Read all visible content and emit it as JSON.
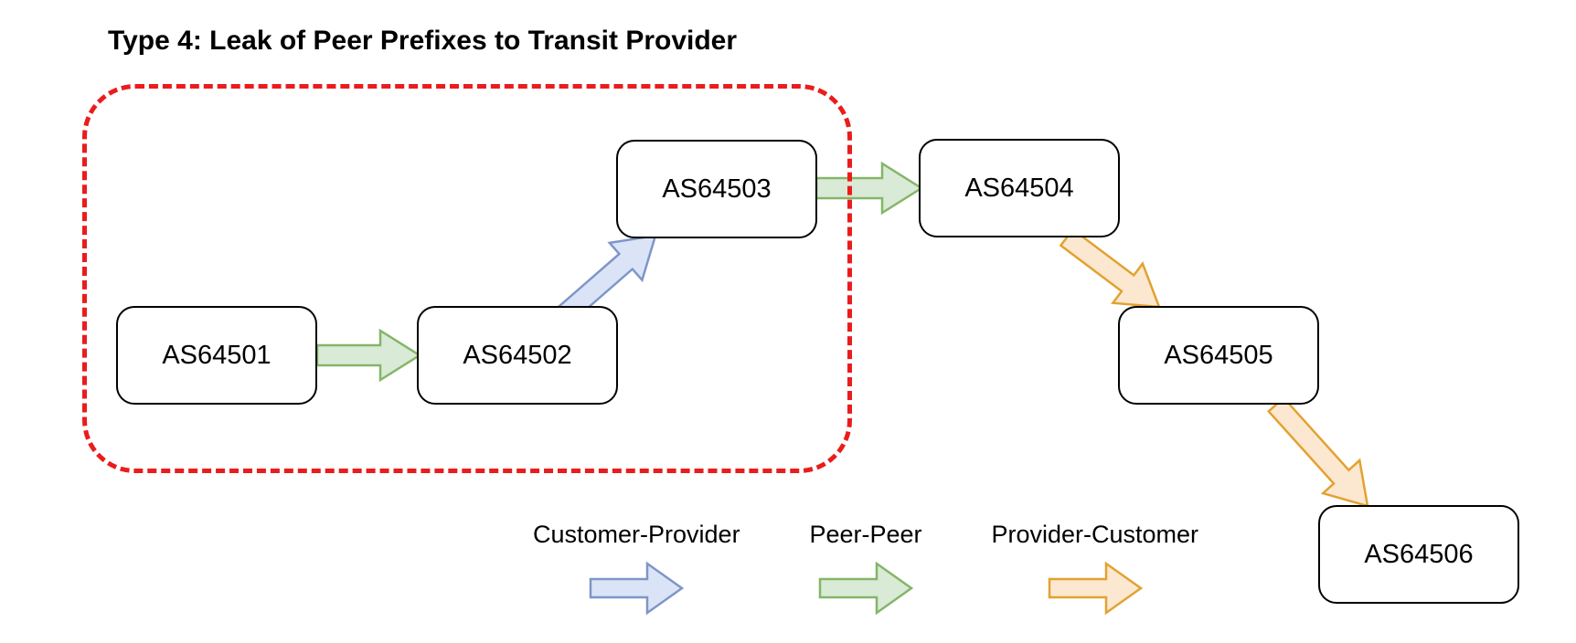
{
  "title": "Type 4: Leak of Peer Prefixes to Transit Provider",
  "nodes": [
    {
      "id": "AS64501",
      "label": "AS64501"
    },
    {
      "id": "AS64502",
      "label": "AS64502"
    },
    {
      "id": "AS64503",
      "label": "AS64503"
    },
    {
      "id": "AS64504",
      "label": "AS64504"
    },
    {
      "id": "AS64505",
      "label": "AS64505"
    },
    {
      "id": "AS64506",
      "label": "AS64506"
    }
  ],
  "edges": [
    {
      "from": "AS64501",
      "to": "AS64502",
      "type": "peer_peer"
    },
    {
      "from": "AS64502",
      "to": "AS64503",
      "type": "customer_provider"
    },
    {
      "from": "AS64503",
      "to": "AS64504",
      "type": "peer_peer"
    },
    {
      "from": "AS64504",
      "to": "AS64505",
      "type": "provider_customer"
    },
    {
      "from": "AS64505",
      "to": "AS64506",
      "type": "provider_customer"
    }
  ],
  "legend": [
    {
      "label": "Customer-Provider",
      "type": "customer_provider"
    },
    {
      "label": "Peer-Peer",
      "type": "peer_peer"
    },
    {
      "label": "Provider-Customer",
      "type": "provider_customer"
    }
  ],
  "colors": {
    "customer_provider": {
      "fill": "#dbe4f7",
      "stroke": "#7e96c8"
    },
    "peer_peer": {
      "fill": "#d9ead6",
      "stroke": "#85b569"
    },
    "provider_customer": {
      "fill": "#fce8d1",
      "stroke": "#e2a231"
    },
    "leak_boundary": "#ea1c1c",
    "node_fill": "#ffffff",
    "node_border": "#000000"
  }
}
